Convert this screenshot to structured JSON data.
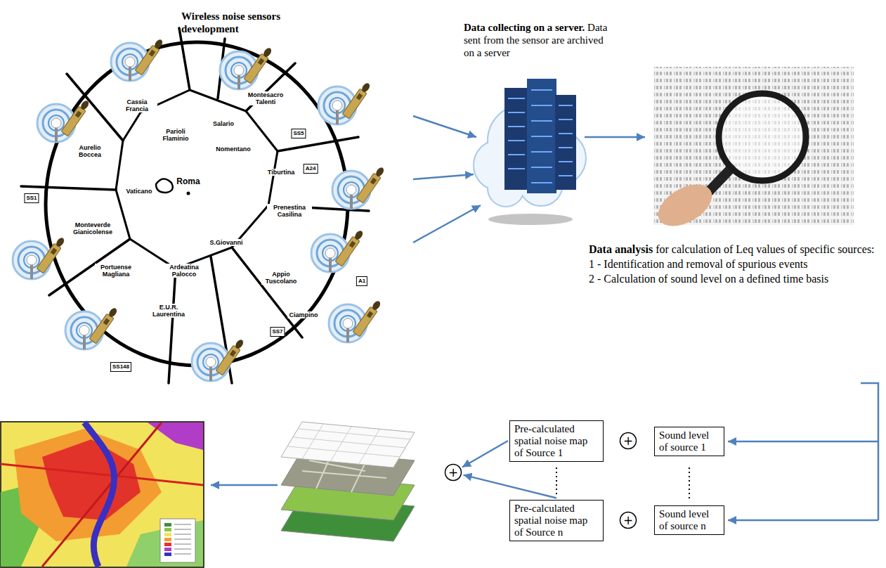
{
  "diagram": {
    "nodes": [
      {
        "text": [
          "Pre-calculated spatial noise map of Source 1"
        ]
      },
      {
        "text": [
          "+"
        ]
      },
      {
        "text": [
          "Sound level of source 1"
        ]
      },
      {
        "text": [
          "+"
        ]
      },
      {
        "text": [
          "Pre-calculated spatial noise map of Source n"
        ]
      },
      {
        "text": [
          "+"
        ]
      },
      {
        "text": [
          "Sound level of source n"
        ]
      }
    ],
    "edges": [
      {
        "from": 0,
        "to": 3,
        "arrow": "to"
      },
      {
        "from": 4,
        "to": 3,
        "arrow": "to"
      }
    ],
    "labels": [
      "Wireless noise sensors development",
      "Data collecting on a server.",
      "Data sent from the sensor are archived on a server",
      "Data analysis",
      "for calculation of Leq values of specific sources:",
      "1 - Identification and removal of spurious events",
      "2 - Calculation of sound level on a defined time basis",
      "Cassia Francia",
      "Montesacro Talenti",
      "Parioli Flaminio",
      "Salario",
      "Nomentano",
      "Tiburtina",
      "Aurelio Boccea",
      "Vaticano",
      "Roma",
      "Prenestina Casilina",
      "Monteverde Gianicolense",
      "S.Giovanni",
      "Portuense Magliana",
      "Ardeatina Palocco",
      "Appio Tuscolano",
      "E.U.R. Laurentina",
      "Ciampino",
      "SS5",
      "A24",
      "SS1",
      "A1",
      "SS7",
      "SS148"
    ]
  }
}
